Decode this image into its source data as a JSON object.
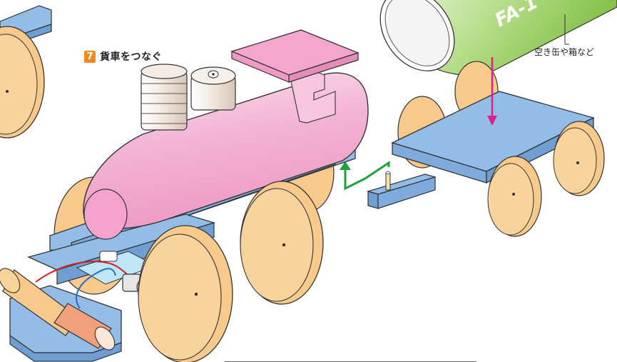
{
  "step": {
    "number": "7",
    "title": "貨車をつなぐ"
  },
  "callout": {
    "text": "空き缶や箱など"
  },
  "can_label": "FA-1",
  "colors": {
    "body_pink": "#f2a8cc",
    "frame_blue": "#93bde6",
    "wheel_tan": "#f7c98a",
    "arrow_green": "#19a33a",
    "arrow_magenta": "#e0208a",
    "can_green": "#9fd06a",
    "step_orange": "#f08a1c"
  }
}
